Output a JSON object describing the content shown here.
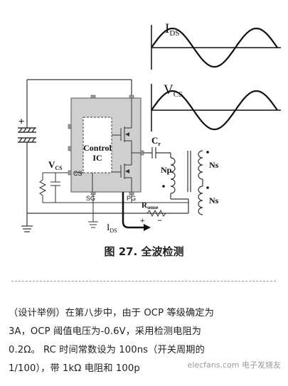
{
  "diagram": {
    "label_ids": "I",
    "label_ids_sub": "DS",
    "label_vcs_top": "V",
    "label_vcs_top_sub": "CS",
    "label_control_1": "Control",
    "label_control_2": "IC",
    "label_cr": "C",
    "label_cr_sub": "r",
    "label_np": "Np",
    "label_ns_1": "Ns",
    "label_ns_2": "Ns",
    "label_vcs_left": "V",
    "label_vcs_left_sub": "CS",
    "label_cs_pin": "CS",
    "label_sg_pin": "SG",
    "label_pg_pin": "PG",
    "label_rsense": "R",
    "label_rsense_sub": "sense",
    "label_plus_res": "+",
    "label_minus_res": "−",
    "label_ids_bottom": "I",
    "label_ids_bottom_sub": "DS",
    "label_plus_cap": "+"
  },
  "caption": "图 27.    全波检测",
  "paragraph": {
    "line1": "（设计举例）在第八步中，由于 OCP 等级确定为",
    "line2": "3A，OCP 阈值电压为-0.6V，采用检测电阻为",
    "line3": "0.2Ω。 RC 时间常数设为 100ns（开关周期的",
    "line4": "1/100），带 1kΩ 电阻和 100p"
  },
  "watermark": "elecfans.com 电子发烧友"
}
